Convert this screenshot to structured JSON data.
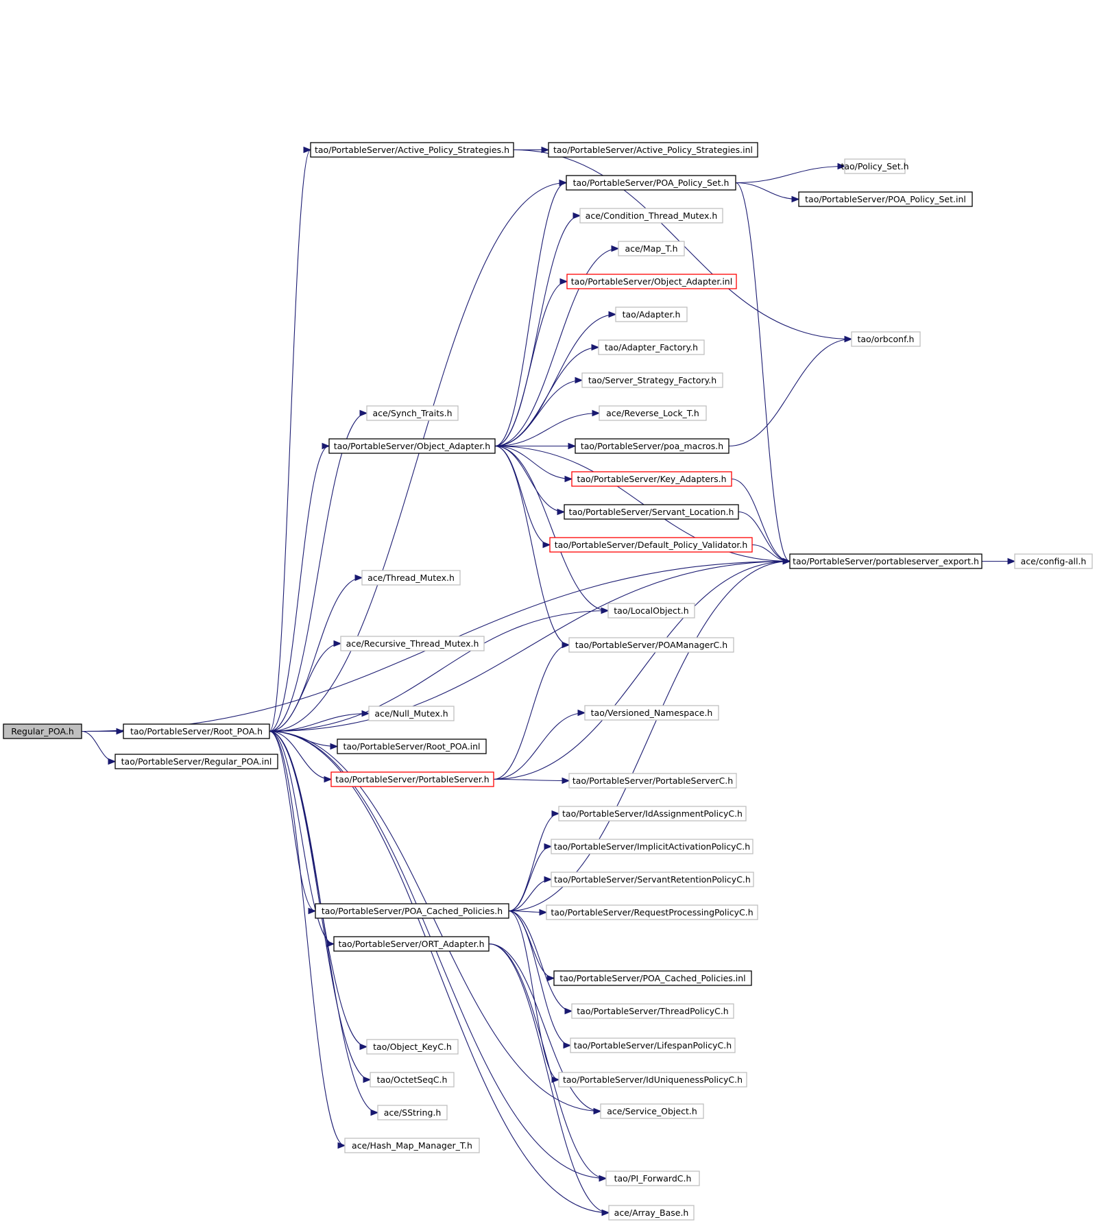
{
  "diagram": {
    "nodes": [
      {
        "id": "n0",
        "label": "Regular_POA.h",
        "style": "root"
      },
      {
        "id": "n1",
        "label": "tao/PortableServer/Root_POA.h",
        "style": "documented"
      },
      {
        "id": "n2",
        "label": "tao/PortableServer/Regular_POA.inl",
        "style": "documented"
      },
      {
        "id": "n3",
        "label": "tao/PortableServer/Active_Policy_Strategies.h",
        "style": "documented"
      },
      {
        "id": "n4",
        "label": "tao/PortableServer/Active_Policy_Strategies.inl",
        "style": "documented"
      },
      {
        "id": "n5",
        "label": "tao/PortableServer/POA_Policy_Set.h",
        "style": "documented"
      },
      {
        "id": "n6",
        "label": "tao/Policy_Set.h",
        "style": "plain"
      },
      {
        "id": "n7",
        "label": "tao/PortableServer/POA_Policy_Set.inl",
        "style": "documented"
      },
      {
        "id": "n8",
        "label": "ace/Condition_Thread_Mutex.h",
        "style": "plain"
      },
      {
        "id": "n9",
        "label": "ace/Map_T.h",
        "style": "plain"
      },
      {
        "id": "n10",
        "label": "tao/PortableServer/Object_Adapter.inl",
        "style": "truncated"
      },
      {
        "id": "n11",
        "label": "tao/Adapter.h",
        "style": "plain"
      },
      {
        "id": "n12",
        "label": "tao/orbconf.h",
        "style": "plain"
      },
      {
        "id": "n13",
        "label": "tao/Adapter_Factory.h",
        "style": "plain"
      },
      {
        "id": "n14",
        "label": "tao/Server_Strategy_Factory.h",
        "style": "plain"
      },
      {
        "id": "n15",
        "label": "ace/Synch_Traits.h",
        "style": "plain"
      },
      {
        "id": "n16",
        "label": "ace/Reverse_Lock_T.h",
        "style": "plain"
      },
      {
        "id": "n17",
        "label": "tao/PortableServer/Object_Adapter.h",
        "style": "documented"
      },
      {
        "id": "n18",
        "label": "tao/PortableServer/poa_macros.h",
        "style": "documented"
      },
      {
        "id": "n19",
        "label": "tao/PortableServer/Key_Adapters.h",
        "style": "truncated"
      },
      {
        "id": "n20",
        "label": "tao/PortableServer/Servant_Location.h",
        "style": "documented"
      },
      {
        "id": "n21",
        "label": "tao/PortableServer/Default_Policy_Validator.h",
        "style": "truncated"
      },
      {
        "id": "n22",
        "label": "tao/PortableServer/portableserver_export.h",
        "style": "documented"
      },
      {
        "id": "n23",
        "label": "ace/config-all.h",
        "style": "plain"
      },
      {
        "id": "n24",
        "label": "ace/Thread_Mutex.h",
        "style": "plain"
      },
      {
        "id": "n25",
        "label": "tao/LocalObject.h",
        "style": "plain"
      },
      {
        "id": "n26",
        "label": "ace/Recursive_Thread_Mutex.h",
        "style": "plain"
      },
      {
        "id": "n27",
        "label": "tao/PortableServer/POAManagerC.h",
        "style": "plain"
      },
      {
        "id": "n28",
        "label": "ace/Null_Mutex.h",
        "style": "plain"
      },
      {
        "id": "n29",
        "label": "tao/Versioned_Namespace.h",
        "style": "plain"
      },
      {
        "id": "n30",
        "label": "tao/PortableServer/Root_POA.inl",
        "style": "documented"
      },
      {
        "id": "n31",
        "label": "tao/PortableServer/PortableServer.h",
        "style": "truncated"
      },
      {
        "id": "n32",
        "label": "tao/PortableServer/PortableServerC.h",
        "style": "plain"
      },
      {
        "id": "n33",
        "label": "tao/PortableServer/IdAssignmentPolicyC.h",
        "style": "plain"
      },
      {
        "id": "n34",
        "label": "tao/PortableServer/ImplicitActivationPolicyC.h",
        "style": "plain"
      },
      {
        "id": "n35",
        "label": "tao/PortableServer/ServantRetentionPolicyC.h",
        "style": "plain"
      },
      {
        "id": "n36",
        "label": "tao/PortableServer/POA_Cached_Policies.h",
        "style": "documented"
      },
      {
        "id": "n37",
        "label": "tao/PortableServer/RequestProcessingPolicyC.h",
        "style": "plain"
      },
      {
        "id": "n38",
        "label": "tao/PortableServer/ORT_Adapter.h",
        "style": "documented"
      },
      {
        "id": "n39",
        "label": "tao/PortableServer/POA_Cached_Policies.inl",
        "style": "documented"
      },
      {
        "id": "n40",
        "label": "tao/PortableServer/ThreadPolicyC.h",
        "style": "plain"
      },
      {
        "id": "n41",
        "label": "tao/Object_KeyC.h",
        "style": "plain"
      },
      {
        "id": "n42",
        "label": "tao/PortableServer/LifespanPolicyC.h",
        "style": "plain"
      },
      {
        "id": "n43",
        "label": "tao/OctetSeqC.h",
        "style": "plain"
      },
      {
        "id": "n44",
        "label": "tao/PortableServer/IdUniquenessPolicyC.h",
        "style": "plain"
      },
      {
        "id": "n45",
        "label": "ace/SString.h",
        "style": "plain"
      },
      {
        "id": "n46",
        "label": "ace/Service_Object.h",
        "style": "plain"
      },
      {
        "id": "n47",
        "label": "ace/Hash_Map_Manager_T.h",
        "style": "plain"
      },
      {
        "id": "n48",
        "label": "tao/PI_ForwardC.h",
        "style": "plain"
      },
      {
        "id": "n49",
        "label": "ace/Array_Base.h",
        "style": "plain"
      }
    ],
    "edges": [
      [
        "n0",
        "n1"
      ],
      [
        "n0",
        "n2"
      ],
      [
        "n0",
        "n22"
      ],
      [
        "n1",
        "n3"
      ],
      [
        "n1",
        "n5"
      ],
      [
        "n1",
        "n15"
      ],
      [
        "n1",
        "n17"
      ],
      [
        "n1",
        "n24"
      ],
      [
        "n1",
        "n25"
      ],
      [
        "n1",
        "n26"
      ],
      [
        "n1",
        "n22"
      ],
      [
        "n1",
        "n28"
      ],
      [
        "n1",
        "n30"
      ],
      [
        "n1",
        "n31"
      ],
      [
        "n1",
        "n36"
      ],
      [
        "n1",
        "n38"
      ],
      [
        "n1",
        "n41"
      ],
      [
        "n1",
        "n43"
      ],
      [
        "n1",
        "n45"
      ],
      [
        "n1",
        "n47"
      ],
      [
        "n1",
        "n48"
      ],
      [
        "n1",
        "n49"
      ],
      [
        "n1",
        "n46"
      ],
      [
        "n3",
        "n4"
      ],
      [
        "n3",
        "n12"
      ],
      [
        "n5",
        "n6"
      ],
      [
        "n5",
        "n7"
      ],
      [
        "n5",
        "n22"
      ],
      [
        "n17",
        "n5"
      ],
      [
        "n17",
        "n8"
      ],
      [
        "n17",
        "n9"
      ],
      [
        "n17",
        "n10"
      ],
      [
        "n17",
        "n11"
      ],
      [
        "n17",
        "n13"
      ],
      [
        "n17",
        "n14"
      ],
      [
        "n17",
        "n16"
      ],
      [
        "n17",
        "n18"
      ],
      [
        "n17",
        "n19"
      ],
      [
        "n17",
        "n20"
      ],
      [
        "n17",
        "n21"
      ],
      [
        "n17",
        "n22"
      ],
      [
        "n17",
        "n25"
      ],
      [
        "n17",
        "n27"
      ],
      [
        "n18",
        "n12"
      ],
      [
        "n19",
        "n22"
      ],
      [
        "n20",
        "n22"
      ],
      [
        "n21",
        "n22"
      ],
      [
        "n22",
        "n23"
      ],
      [
        "n31",
        "n27"
      ],
      [
        "n31",
        "n29"
      ],
      [
        "n31",
        "n32"
      ],
      [
        "n31",
        "n22"
      ],
      [
        "n36",
        "n33"
      ],
      [
        "n36",
        "n34"
      ],
      [
        "n36",
        "n35"
      ],
      [
        "n36",
        "n37"
      ],
      [
        "n36",
        "n39"
      ],
      [
        "n36",
        "n40"
      ],
      [
        "n36",
        "n42"
      ],
      [
        "n36",
        "n44"
      ],
      [
        "n36",
        "n22"
      ],
      [
        "n38",
        "n48"
      ],
      [
        "n38",
        "n49"
      ],
      [
        "n38",
        "n46"
      ]
    ],
    "colors": {
      "edge": "#191970",
      "root_fill": "#bfbfbf",
      "documented_border": "#000000",
      "plain_border": "#bfbfbf",
      "truncated_border": "#ff0000"
    }
  }
}
